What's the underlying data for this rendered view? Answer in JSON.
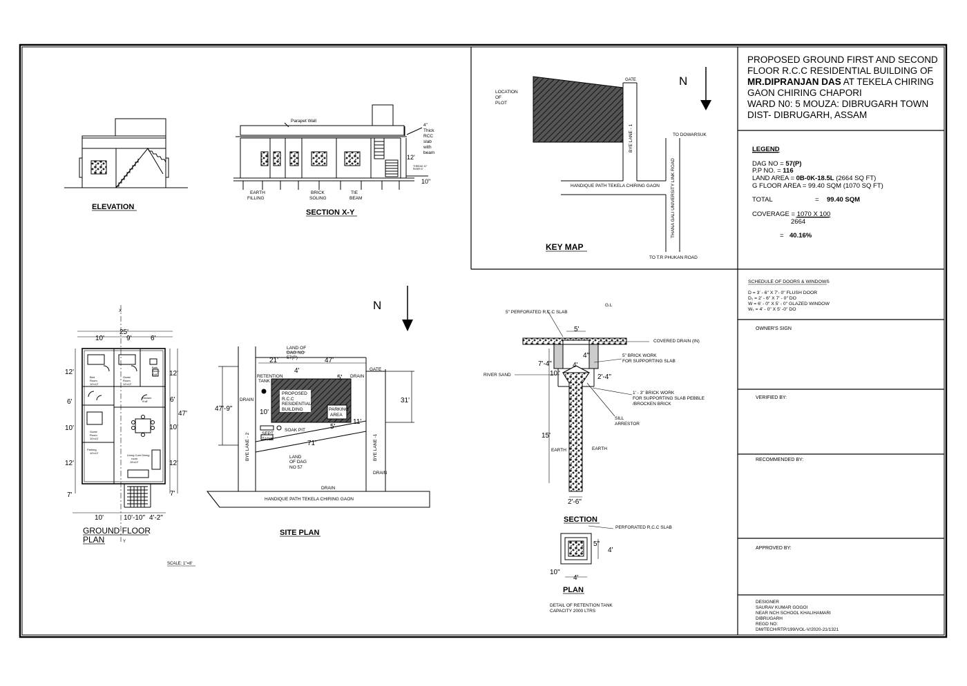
{
  "title_block": {
    "line1": "PROPOSED GROUND FIRST AND SECOND",
    "line2a": "FLOOR R.C.C RESIDENTIAL BUILDING OF",
    "owner_name": "MR.DIPRANJAN DAS",
    "line3b": " AT TEKELA CHIRING",
    "line4": "GAON CHIRING CHAPORI",
    "line5": "WARD N0: 5 MOUZA: DIBRUGARH TOWN",
    "line6": "DIST- DIBRUGARH, ASSAM"
  },
  "legend": {
    "heading": "LEGEND",
    "dag_label": "DAG NO = ",
    "dag_value": "57(P)",
    "pp_label": "P.P NO.  = ",
    "pp_value": "116",
    "land_label": "LAND AREA = ",
    "land_value": "0B-0K-18.5L",
    "land_sqft": " (2664 SQ FT)",
    "gfloor": "G FLOOR AREA = 99.40 SQM (1070 SQ FT)",
    "total_label": "TOTAL",
    "total_eq": "=",
    "total_value": "99.40 SQM",
    "coverage_label": "COVERAGE = ",
    "coverage_num": "1070 X 100",
    "coverage_den": "2664",
    "coverage_eq": "=",
    "coverage_value": "40.16%"
  },
  "schedule": {
    "heading": "SCHEDULE OF DOORS & WINDOWS",
    "d": "D  = 3' - 6\" X 7'- 0\" FLUSH DOOR",
    "d1": "D₁ = 2' - 6\" X 7' - 0\"         DO",
    "w": "W = 6' - 0\" X 5' - 0\" GLAZED WINDOW",
    "w1": "W₁ = 4' - 0\" X 5' -0\"          DO"
  },
  "signs": {
    "owner": "OWNER'S SIGN",
    "verified": "VERIFIED BY:",
    "recommended": "RECOMMENDED BY:",
    "approved": "APPROVED BY:"
  },
  "designer": {
    "l1": "DESIGNER",
    "l2": "SAURAV KUMAR GOGOI",
    "l3": "NEAR NCH SCHOOL KHALIHAMARI",
    "l4": "DIBRUGARH",
    "l5": "REGD NO:",
    "l6": "DM/TECH/RTP/199/VOL-V/2020-21/1321"
  },
  "key_map": {
    "title": "KEY MAP",
    "north": "N",
    "location1": "LOCATION",
    "location2": "OF",
    "location3": "PLOT",
    "gate": "GATE",
    "to_dowarsuk": "TO DOWARSUK",
    "bye_lane": "BYE LANE - 1",
    "handique": "HANDIQUE PATH TEKELA CHIRING GAON",
    "thana": "THANA GALI UNIVERSITY LINK ROAD",
    "to_tr": "TO T.R PHUKAN ROAD"
  },
  "elevation": {
    "title": "ELEVATION"
  },
  "section_xy": {
    "title": "SECTION X-Y",
    "parapet": "Parapet Wall",
    "earth1": "EARTH",
    "earth2": "FILLING",
    "brick1": "BRICK",
    "brick2": "SOLING",
    "tie1": "TIE",
    "tie2": "BEAM",
    "d4": "4\"",
    "thick1": "Thick",
    "thick2": "RCC",
    "thick3": "slab",
    "thick4": "with",
    "thick5": "beam",
    "d12": "12'",
    "d10": "10\"",
    "small1": "THREAD 12\"",
    "small2": "RISER 6\""
  },
  "ground_floor": {
    "title1": "GROUND FLOOR",
    "title2": "PLAN",
    "scale": "SCALE: 1\"=8'",
    "top25": "25'",
    "top10": "10'",
    "top9": "9'",
    "top6": "6'",
    "l12a": "12'",
    "l6": "6'",
    "l10": "10'",
    "l12b": "12'",
    "l7": "7'",
    "r12a": "12'",
    "r6": "6'",
    "r10": "10'",
    "r12b": "12'",
    "r7": "7'",
    "r47": "47'",
    "b10": "10'",
    "b1010": "10'-10\"",
    "b42": "4'-2\"",
    "x": "X",
    "y": "Y",
    "bed1": "Bed",
    "bed2": "Room",
    "bed3": "10'x12'",
    "guest1": "Guest",
    "guest2": "Room",
    "guest3": "12'x12'",
    "bath1": "Bath",
    "bath2": "Room",
    "bath3": "6'x8'",
    "kitchen1": "Kitchen",
    "kitchen2": "9'x8'",
    "guest4": "Guest",
    "guest5": "Room",
    "guest6": "10'x10'",
    "parking1": "Parking",
    "parking2": "10'x12'",
    "living1": "Living Cum Dining",
    "living2": "room",
    "living3": "15'x22'"
  },
  "site_plan": {
    "title": "SITE PLAN",
    "north": "N",
    "land_dag1": "LAND OF",
    "land_dag2": "DAG NO",
    "land_dag3": "57(P)",
    "d21": "21'",
    "d47": "47'",
    "d4": "4'",
    "d5": "5'",
    "retention1": "RETENTION",
    "retention2": "TANK",
    "drain_top": "DRAIN",
    "gate": "GATE",
    "drain_left": "DRAIN",
    "proposed1": "PROPOSED",
    "proposed2": "R.C.C",
    "proposed3": "RESIDENTIAL",
    "proposed4": "BUILDING",
    "parking1": "PARKING",
    "parking2": "AREA",
    "d479": "47'-9\"",
    "d31": "31'",
    "d10": "10'",
    "d11": "11'",
    "d5b": "5'",
    "soak": "SOAK PIT",
    "sept1": "SEPT.",
    "sept2": "TANK",
    "d71": "71'",
    "bye2": "BYE LANE - 2",
    "bye1": "BYE LANE -1",
    "land57a": "LAND",
    "land57b": "OF DAG",
    "land57c": "NO 57",
    "drain_right": "DRAIN",
    "drain_bottom": "DRAIN",
    "handique": "HANDIQUE PATH TEKELA CHIRING GAON"
  },
  "tank": {
    "perf_top": "5\" PERFORATED R.C.C SLAB",
    "gl": "G.L",
    "d5": "5'",
    "covered": "COVERED DRAIN (IN)",
    "d4a": "4\"",
    "brick5a": "5\" BRICK WORK",
    "brick5b": "FOR SUPPORTING SLAB",
    "d74": "7'-4\"",
    "d4b": "4'",
    "d24": "2'-4\"",
    "river": "RIVER SAND",
    "d10": "10\"",
    "brick13a": "1' - 3\" BRICK WORK",
    "brick13b": "FOR SUPPORTING SLAB PEBBLE",
    "brick13c": "/BROCKEN BRICK",
    "sill1": "SILL",
    "sill2": "ARRESTOR",
    "d15": "15'",
    "earth_l": "EARTH",
    "earth_r": "EARTH",
    "d26": "2'-6\"",
    "section": "SECTION",
    "perf_plan": "PERFORATED R.C.C SLAB",
    "p5": "5\"",
    "p4": "4'",
    "p10": "10\"",
    "p4b": "4'",
    "plan": "PLAN",
    "detail1": "DETAIL OF RETENTION TANK",
    "detail2": "CAPACITY 2000 LTRS"
  }
}
